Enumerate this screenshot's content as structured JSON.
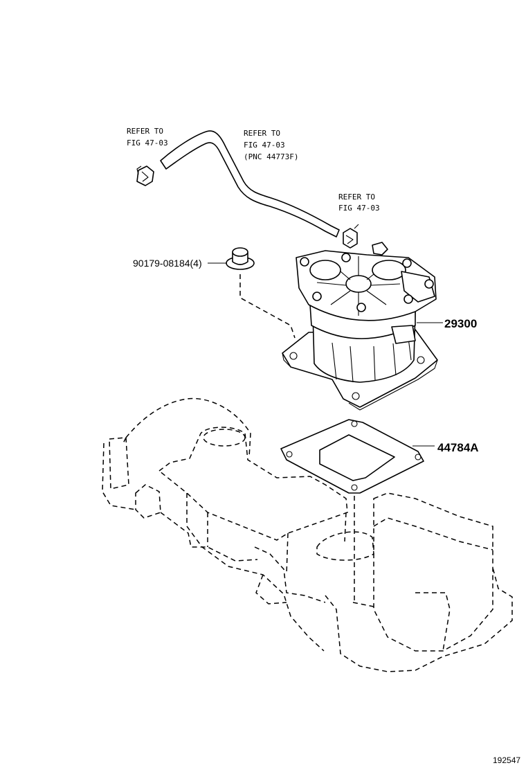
{
  "diagram": {
    "callouts": {
      "hose_clamp_left": [
        "REFER TO",
        "FIG 47-03"
      ],
      "hose": [
        "REFER TO",
        "FIG 47-03",
        "(PNC 44773F)"
      ],
      "hose_clamp_right": [
        "REFER TO",
        "FIG 47-03"
      ]
    },
    "parts": {
      "bolt": "90179-08184(4)",
      "vacuum_pump": "29300",
      "gasket": "44784A"
    },
    "figure_code": "192547"
  }
}
